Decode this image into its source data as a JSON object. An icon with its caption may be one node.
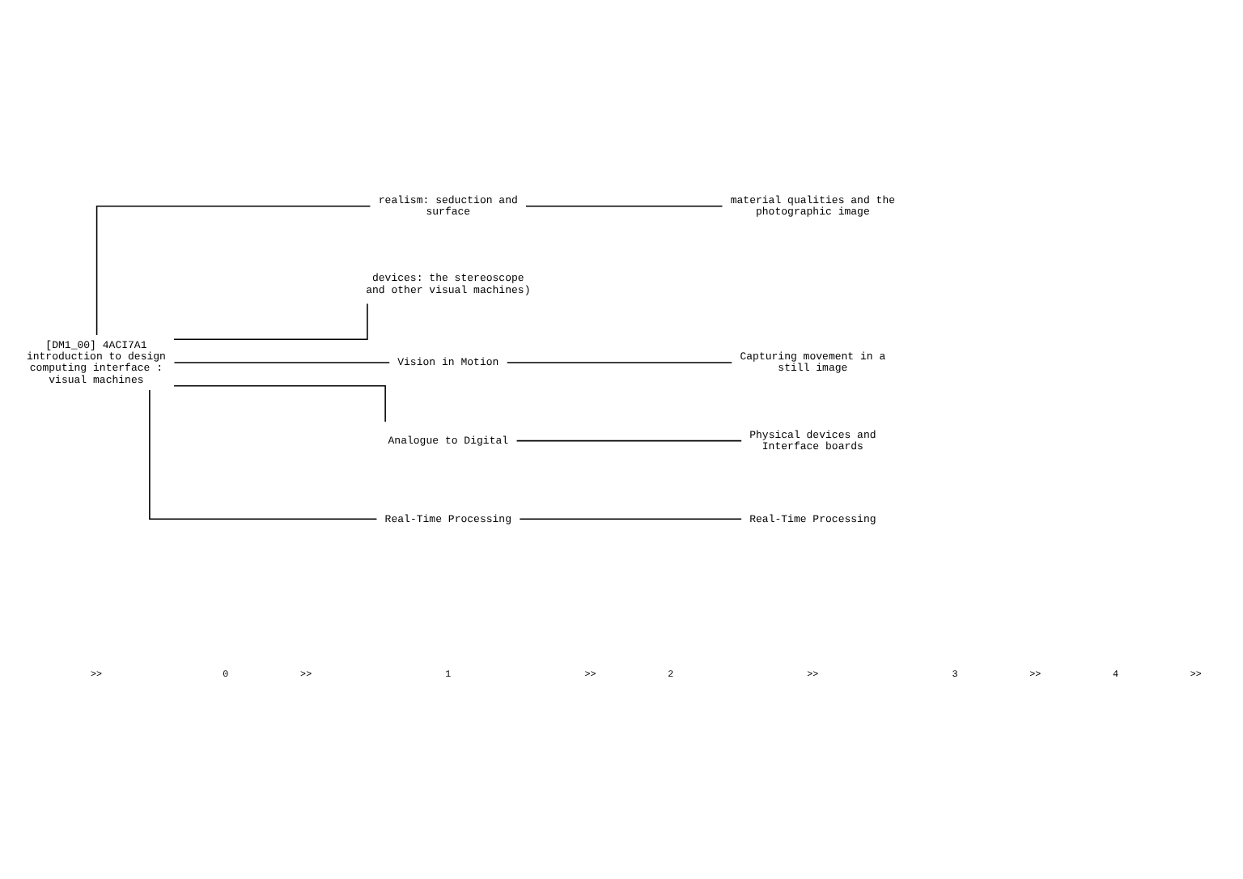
{
  "diagram": {
    "nodes": [
      {
        "text": [
          "[DM1_00] 4ACI7A1 introduction to design computing interface : visual machines"
        ]
      },
      {
        "text": [
          "realism: seduction and surface"
        ]
      },
      {
        "text": [
          "devices: the stereoscope and other visual machines)"
        ]
      },
      {
        "text": [
          "Vision in Motion"
        ]
      },
      {
        "text": [
          "Analogue to Digital"
        ]
      },
      {
        "text": [
          "Real-Time Processing"
        ]
      },
      {
        "text": [
          "material qualities and the photographic image"
        ]
      },
      {
        "text": [
          "Capturing movement in a still image"
        ]
      },
      {
        "text": [
          "Physical devices and Interface boards"
        ]
      },
      {
        "text": [
          "Real-Time Processing"
        ]
      }
    ],
    "edges": [
      {
        "from": 0,
        "to": 1,
        "arrow": "none"
      },
      {
        "from": 0,
        "to": 2,
        "arrow": "none"
      },
      {
        "from": 0,
        "to": 3,
        "arrow": "none"
      },
      {
        "from": 0,
        "to": 4,
        "arrow": "none"
      },
      {
        "from": 0,
        "to": 5,
        "arrow": "none"
      },
      {
        "from": 1,
        "to": 6,
        "arrow": "none"
      },
      {
        "from": 3,
        "to": 7,
        "arrow": "none"
      },
      {
        "from": 4,
        "to": 8,
        "arrow": "none"
      },
      {
        "from": 5,
        "to": 9,
        "arrow": "none"
      }
    ],
    "labels": [
      ">>",
      "0",
      ">>",
      "1",
      ">>",
      "2",
      ">>",
      "3",
      ">>",
      "4",
      ">>"
    ]
  }
}
